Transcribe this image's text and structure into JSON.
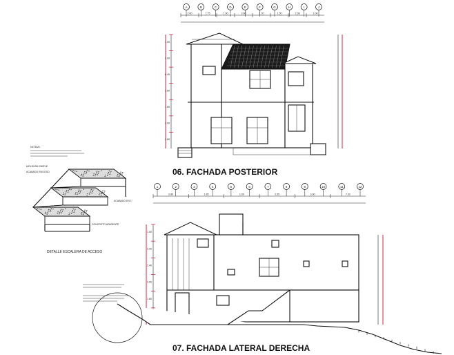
{
  "drawing": {
    "elevation_rear_title": "06. FACHADA POSTERIOR",
    "elevation_right_title": "07. FACHADA LATERAL DERECHA",
    "stair_detail_title": "DETALLE ESCALERA DE ACCESO",
    "stair_note_label": "NOTAS:",
    "stair_callout_1": "MOLDURA SIMPLE",
    "stair_callout_2": "ACABADO RUGOSO",
    "stair_callout_3": "ACABADO EN 1\"",
    "stair_callout_4": "CONCRETO APARENTE",
    "rear_axis_labels": [
      "A",
      "B",
      "C",
      "D",
      "E",
      "F",
      "G",
      "H",
      "I",
      "J"
    ],
    "right_axis_labels": [
      "1",
      "2",
      "3",
      "4",
      "5",
      "6",
      "7",
      "8",
      "9",
      "10",
      "11",
      "12"
    ],
    "rear_top_dims": [
      "2.00",
      "1.75",
      "1.00",
      "3.60",
      "1.20",
      "1.50",
      "2.38",
      "1.00"
    ],
    "right_top_dims": [
      "2.80",
      "1.85",
      "1.50",
      "2.55",
      "3.00",
      "7.02"
    ],
    "rear_level_dims": [
      "1.00",
      "3.00",
      "0.45",
      "2.60",
      "1.60",
      "3.00",
      "2.80"
    ],
    "right_level_dims": [
      "1.00",
      "3.20",
      "2.40",
      "3.00",
      "1.60",
      "1.50"
    ],
    "colors": {
      "line": "#111111",
      "dimension_red": "#c8102e",
      "background": "#ffffff"
    }
  }
}
